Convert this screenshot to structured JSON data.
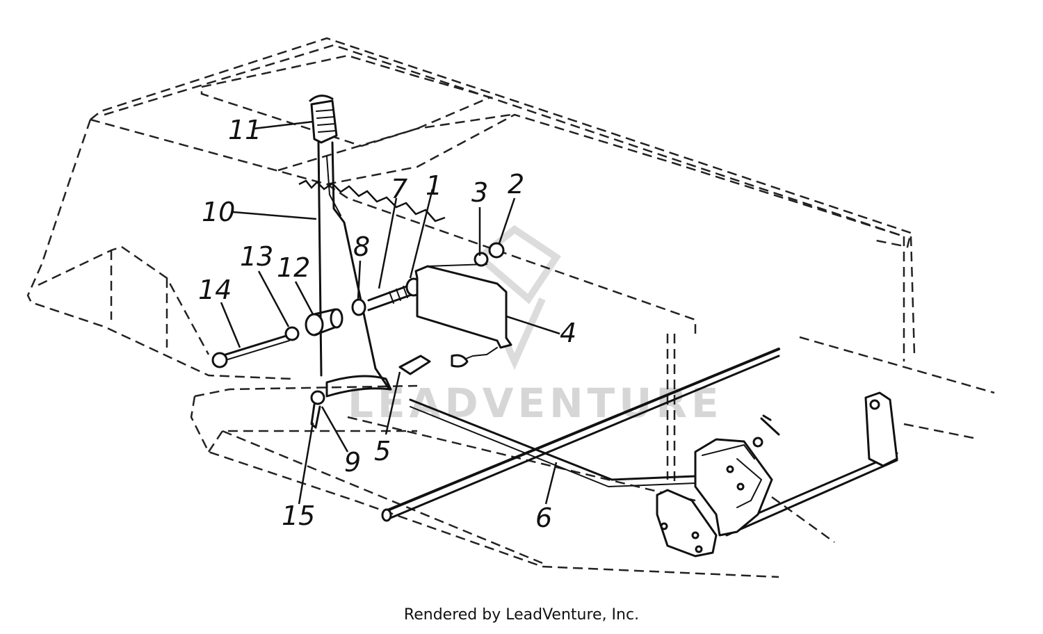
{
  "diagram": {
    "part_labels": [
      "1",
      "2",
      "3",
      "4",
      "5",
      "6",
      "7",
      "8",
      "9",
      "10",
      "11",
      "12",
      "13",
      "14",
      "15"
    ],
    "watermark_text": "LEADVENTURE",
    "credit": "Rendered by LeadVenture, Inc.",
    "colors": {
      "line": "#111111",
      "dashed": "#222222",
      "watermark": "#d6d6d6",
      "background": "#ffffff"
    }
  }
}
